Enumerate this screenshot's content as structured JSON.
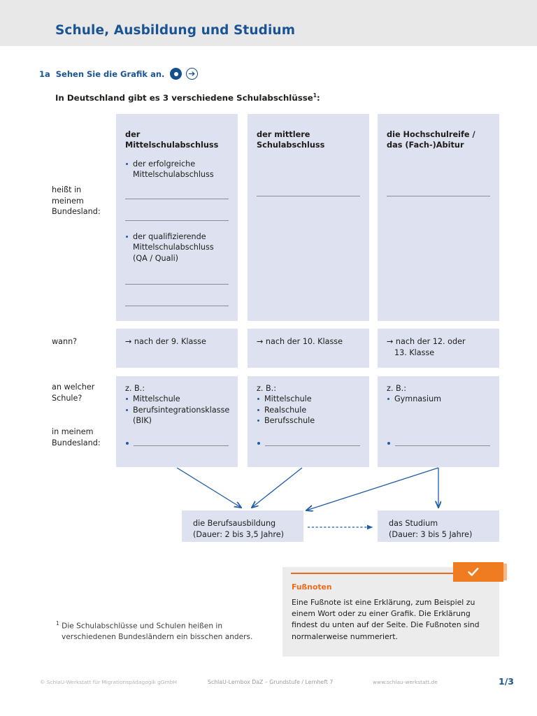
{
  "header": {
    "title": "Schule, Ausbildung und Studium"
  },
  "task": {
    "number": "1a",
    "instruction": "Sehen Sie die Grafik an.",
    "icons": [
      "eye-icon",
      "arrow-right-circle-icon"
    ]
  },
  "intro": {
    "text": "In Deutschland gibt es 3 verschiedene Schulabschlüsse",
    "footnote_marker": "1",
    "suffix": ":"
  },
  "row_labels": {
    "heisst": "heißt in\nmeinem\nBundesland:",
    "wann": "wann?",
    "schule": "an welcher\nSchule?",
    "bundesland": "in meinem\nBundesland:"
  },
  "columns": [
    {
      "title": "der Mittelschulabschluss",
      "bullets": [
        "der erfolgreiche\nMittelschulabschluss",
        "der qualifizierende\nMittelschulabschluss\n(QA / Quali)"
      ],
      "blank_lines": 4,
      "wann": "nach der 9. Klasse",
      "schule_intro": "z. B.:",
      "schule_items": [
        "Mittelschule",
        "Berufsintegrationsklasse\n(BIK)"
      ],
      "schule_blank_lines": 1
    },
    {
      "title": "der mittlere\nSchulabschluss",
      "bullets": [],
      "blank_lines": 1,
      "wann": "nach der 10. Klasse",
      "schule_intro": "z. B.:",
      "schule_items": [
        "Mittelschule",
        "Realschule",
        "Berufsschule"
      ],
      "schule_blank_lines": 1
    },
    {
      "title": "die Hochschulreife /\ndas (Fach-)Abitur",
      "bullets": [],
      "blank_lines": 1,
      "wann": "nach der 12. oder\n13. Klasse",
      "schule_intro": "z. B.:",
      "schule_items": [
        "Gymnasium"
      ],
      "schule_blank_lines": 1
    }
  ],
  "outcomes": [
    {
      "name": "die Berufsausbildung",
      "duration": "(Dauer: 2 bis 3,5 Jahre)"
    },
    {
      "name": "das Studium",
      "duration": "(Dauer: 3 bis 5 Jahre)"
    }
  ],
  "infobox": {
    "title": "Fußnoten",
    "text": "Eine Fußnote ist eine Erklärung, zum Beispiel zu einem Wort oder zu einer Grafik. Die Erklärung findest du unten auf der Seite. Die Fußnoten sind normalerweise nummeriert.",
    "badge_icon": "check-icon",
    "accent_color": "#ea6a1e"
  },
  "footnote": {
    "marker": "1",
    "line1": "Die Schulabschlüsse und Schulen heißen in",
    "line2": "verschiedenen Bundesländern ein bisschen anders."
  },
  "footer": {
    "copyright": "© SchlaU-Werkstatt für Migrationspädagogik gGmbH",
    "middle": "SchlaU-Lernbox DaZ – Grundstufe / Lernheft 7",
    "url": "www.schlau-werkstatt.de",
    "page": "1/3"
  },
  "colors": {
    "brand_blue": "#1a5494",
    "cell_fill": "#dee1ef",
    "header_band": "#e8e8e8",
    "orange": "#ea6a1e"
  }
}
